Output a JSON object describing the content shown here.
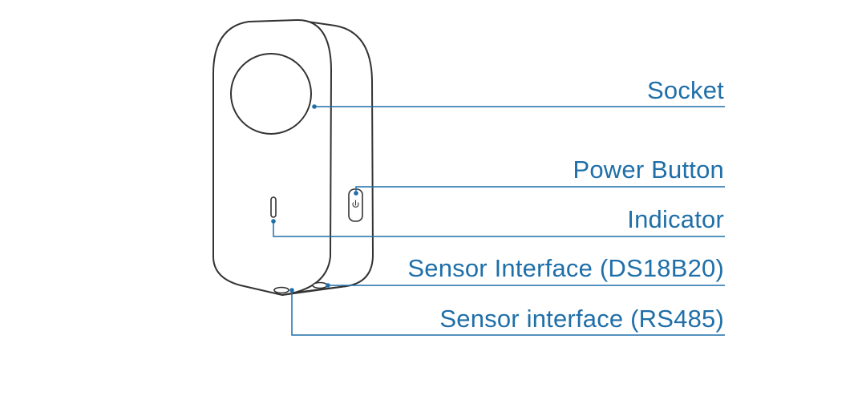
{
  "colors": {
    "accent": "#1f6fa8",
    "device_outline": "#333333",
    "device_fill": "#ffffff"
  },
  "labels": {
    "socket": "Socket",
    "power_button": "Power Button",
    "indicator": "Indicator",
    "sensor_ds18b20": "Sensor Interface (DS18B20)",
    "sensor_rs485": "Sensor interface (RS485)"
  }
}
